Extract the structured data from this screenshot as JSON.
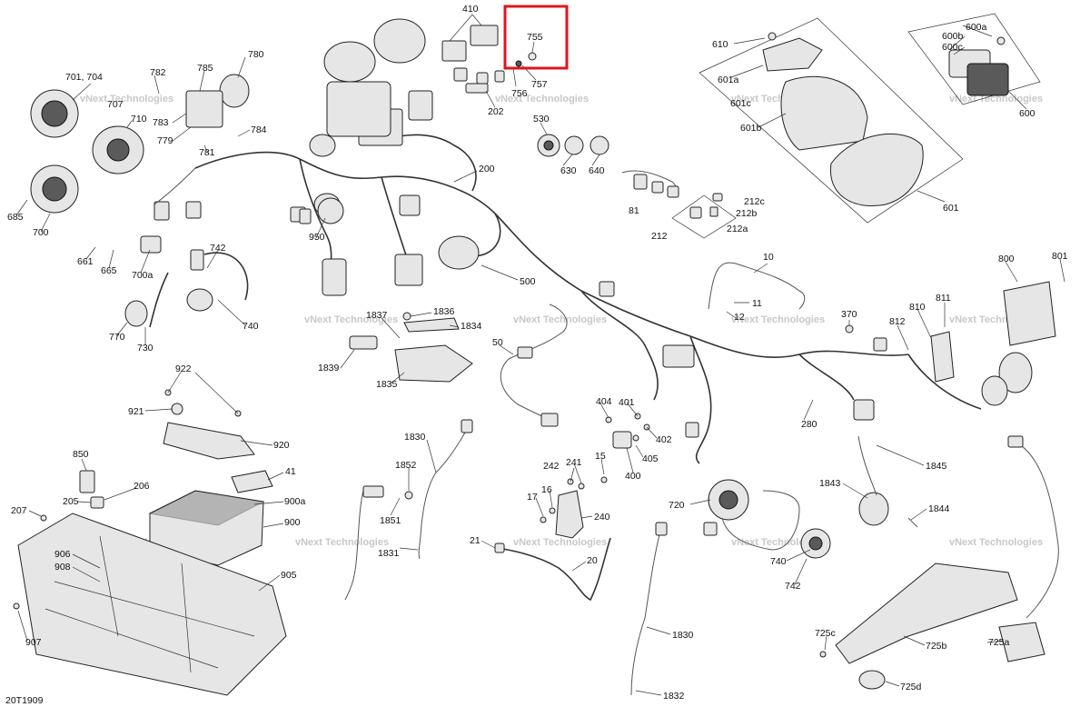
{
  "diagram_code": "20T1909",
  "watermark": "vNext Technologies",
  "highlighted_part": "755",
  "callouts": {
    "c410": "410",
    "c755": "755",
    "c756": "756",
    "c757": "757",
    "c202": "202",
    "c530": "530",
    "c630": "630",
    "c640": "640",
    "c200": "200",
    "c81": "81",
    "c212": "212",
    "c212a": "212a",
    "c212b": "212b",
    "c212c": "212c",
    "c610": "610",
    "c600a": "600a",
    "c600b": "600b",
    "c600c": "600c",
    "c601a": "601a",
    "c601c": "601c",
    "c601b": "601b",
    "c600": "600",
    "c601": "601",
    "c701": "701, 704",
    "c782": "782",
    "c785": "785",
    "c780": "780",
    "c707": "707",
    "c710": "710",
    "c783": "783",
    "c779": "779",
    "c784": "784",
    "c781": "781",
    "c685": "685",
    "c700": "700",
    "c661": "661",
    "c665": "665",
    "c700a": "700a",
    "c742a": "742",
    "c740a": "740",
    "c770": "770",
    "c730": "730",
    "c950": "950",
    "c500": "500",
    "c10": "10",
    "c11": "11",
    "c12": "12",
    "c800": "800",
    "c801": "801",
    "c370": "370",
    "c810": "810",
    "c811": "811",
    "c812": "812",
    "c1837": "1837",
    "c1836": "1836",
    "c1834": "1834",
    "c1839": "1839",
    "c1835": "1835",
    "c50": "50",
    "c922": "922",
    "c921": "921",
    "c920": "920",
    "c404": "404",
    "c401": "401",
    "c402": "402",
    "c405": "405",
    "c400": "400",
    "c280": "280",
    "c1845": "1845",
    "c1830a": "1830",
    "c1852": "1852",
    "c1851": "1851",
    "c1831": "1831",
    "c850": "850",
    "c41": "41",
    "c205": "205",
    "c206": "206",
    "c900a": "900a",
    "c207": "207",
    "c900": "900",
    "c906": "906",
    "c908": "908",
    "c905": "905",
    "c907": "907",
    "c242": "242",
    "c241": "241",
    "c15": "15",
    "c17": "17",
    "c16": "16",
    "c240": "240",
    "c21": "21",
    "c20": "20",
    "c720": "720",
    "c740b": "740",
    "c742b": "742",
    "c1843": "1843",
    "c1844": "1844",
    "c1830b": "1830",
    "c1832": "1832",
    "c725c": "725c",
    "c725b": "725b",
    "c725a": "725a",
    "c725d": "725d"
  }
}
